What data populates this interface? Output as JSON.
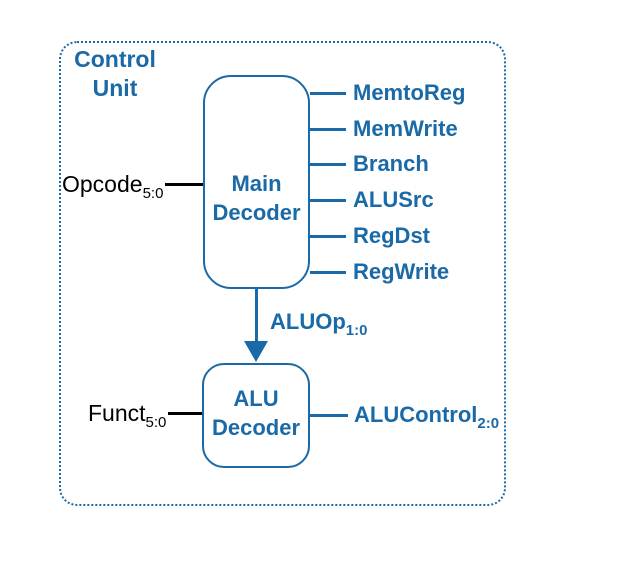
{
  "colors": {
    "blue": "#1a6aa7",
    "black": "#000000"
  },
  "title": {
    "label": "Control\nUnit"
  },
  "main_decoder": {
    "label": "Main\nDecoder",
    "outputs": [
      {
        "label": "MemtoReg"
      },
      {
        "label": "MemWrite"
      },
      {
        "label": "Branch"
      },
      {
        "label": "ALUSrc"
      },
      {
        "label": "RegDst"
      },
      {
        "label": "RegWrite"
      }
    ]
  },
  "alu_decoder": {
    "label": "ALU\nDecoder",
    "output": {
      "text": "ALUControl",
      "sub": "2:0"
    }
  },
  "inputs": {
    "opcode": {
      "text": "Opcode",
      "sub": "5:0"
    },
    "funct": {
      "text": "Funct",
      "sub": "5:0"
    }
  },
  "signals": {
    "aluop": {
      "text": "ALUOp",
      "sub": "1:0"
    }
  }
}
